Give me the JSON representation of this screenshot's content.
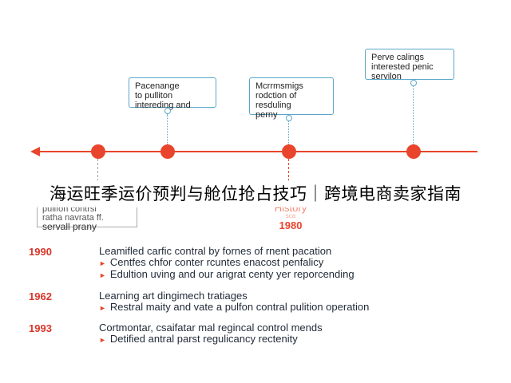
{
  "callouts": [
    {
      "lines": [
        "Pacenange",
        "to pulliton",
        "intereding and"
      ]
    },
    {
      "lines": [
        "Mcrrmsmigs",
        "rodction of",
        "resduling",
        "perny"
      ]
    },
    {
      "lines": [
        "Perve calings",
        "interested penic",
        "servilon"
      ]
    }
  ],
  "banner": {
    "text": "海运旺季运价预判与舱位抢占技巧｜跨境电商卖家指南"
  },
  "left_card": {
    "line1": "pulifon contrsl",
    "line2": "ratha navrata ff.",
    "line3": "servall prany"
  },
  "history": {
    "label": "History",
    "sub": "sca",
    "year": "1980"
  },
  "entries": [
    {
      "year": "1990",
      "title": "Leamifled carfic contral by fornes of rnent pacation",
      "bullets": [
        "Centfes chfor conter rcuntes enacost penfalicy",
        "Edultion uving and our arigrat centy yer reporcending"
      ]
    },
    {
      "year": "1962",
      "title": "Learning art dingimech tratiages",
      "bullets": [
        "Restral maity and vate a pulfon contral pulition operation"
      ]
    },
    {
      "year": "1993",
      "title": "Cortmontar, csaifatar mal regincal control mends",
      "bullets": [
        "Detified antral parst regulicancy rectenity"
      ]
    }
  ],
  "colors": {
    "accent": "#e8452c",
    "callout_border": "#5aa7c9",
    "year_text": "#d9362a"
  }
}
